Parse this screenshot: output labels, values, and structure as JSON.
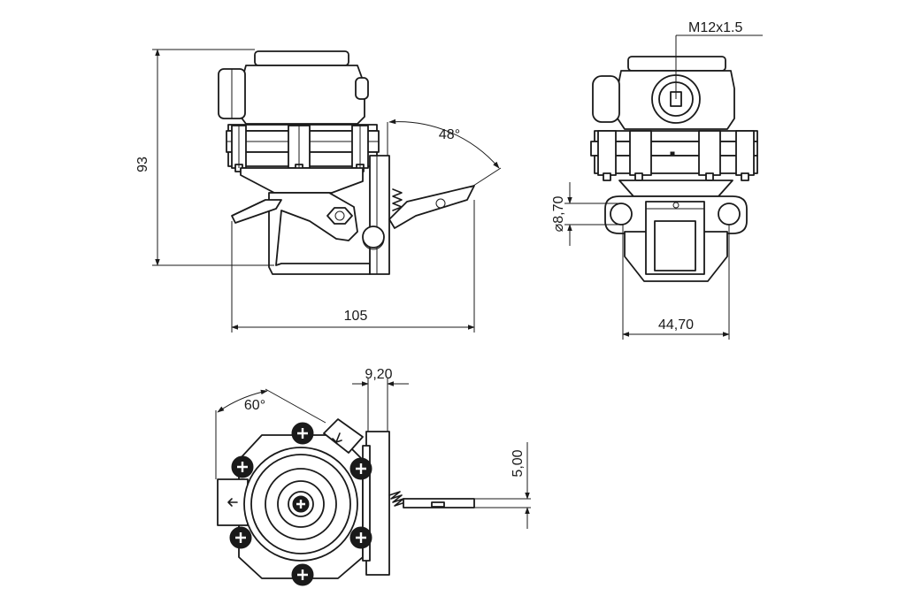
{
  "dimensions": {
    "height_total": "93",
    "width_side": "105",
    "lever_angle": "48°",
    "thread": "M12x1.5",
    "hole_diameter": "⌀8,70",
    "mount_width": "44,70",
    "inlet_angle": "60°",
    "flange_offset": "9,20",
    "lever_thickness": "5,00"
  }
}
